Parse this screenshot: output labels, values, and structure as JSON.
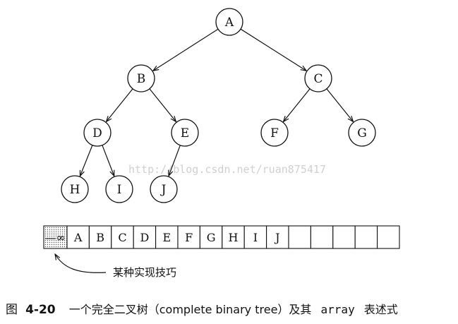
{
  "tree": {
    "nodes": [
      {
        "id": "A",
        "label": "A"
      },
      {
        "id": "B",
        "label": "B"
      },
      {
        "id": "C",
        "label": "C"
      },
      {
        "id": "D",
        "label": "D"
      },
      {
        "id": "E",
        "label": "E"
      },
      {
        "id": "F",
        "label": "F"
      },
      {
        "id": "G",
        "label": "G"
      },
      {
        "id": "H",
        "label": "H"
      },
      {
        "id": "I",
        "label": "I"
      },
      {
        "id": "J",
        "label": "J"
      }
    ],
    "edges": [
      {
        "from": "A",
        "to": "B"
      },
      {
        "from": "A",
        "to": "C"
      },
      {
        "from": "B",
        "to": "D"
      },
      {
        "from": "B",
        "to": "E"
      },
      {
        "from": "C",
        "to": "F"
      },
      {
        "from": "C",
        "to": "G"
      },
      {
        "from": "D",
        "to": "H"
      },
      {
        "from": "D",
        "to": "I"
      },
      {
        "from": "E",
        "to": "J"
      }
    ]
  },
  "array": {
    "sentinel_symbol": "—∞",
    "cells": [
      "A",
      "B",
      "C",
      "D",
      "E",
      "F",
      "G",
      "H",
      "I",
      "J",
      "",
      "",
      "",
      "",
      ""
    ]
  },
  "note": "某种实现技巧",
  "watermark": "http://blog.csdn.net/ruan875417",
  "caption": {
    "prefix": "图",
    "number": "4-20",
    "text": "一个完全二叉树（complete binary tree）及其",
    "code": "array",
    "suffix": "表述式"
  }
}
